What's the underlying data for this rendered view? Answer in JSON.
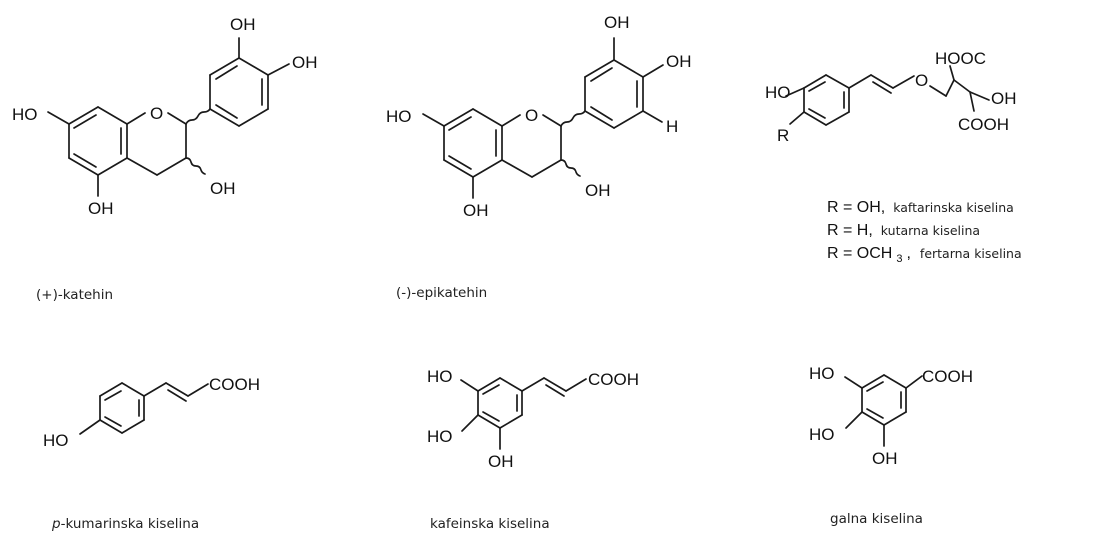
{
  "compounds": [
    {
      "caption": "(+)-katehin",
      "labels": {
        "oh_top": "OH",
        "oh_right": "OH",
        "ho_left": "HO",
        "ring_o": "O",
        "oh_c3": "OH",
        "oh_bottom": "OH"
      }
    },
    {
      "caption": "(-)-epikatehin",
      "labels": {
        "oh_top": "OH",
        "oh_right": "OH",
        "h": "H",
        "ho_left": "HO",
        "ring_o": "O",
        "oh_c3": "OH",
        "oh_bottom": "OH"
      }
    },
    {
      "labels": {
        "ho": "HO",
        "r": "R",
        "o": "O",
        "hooc": "HOOC",
        "oh": "OH",
        "cooh": "COOH"
      },
      "variants": [
        {
          "formula": "R = OH,",
          "name": "kaftarinska kiselina"
        },
        {
          "formula": "R = H,",
          "name": "kutarna kiselina"
        },
        {
          "formula_main": "R = OCH",
          "formula_sub": "3",
          "formula_tail": ",",
          "name": "fertarna kiselina"
        }
      ]
    },
    {
      "caption_italic": "p",
      "caption_rest": "-kumarinska kiselina",
      "labels": {
        "ho": "HO",
        "cooh": "COOH"
      }
    },
    {
      "caption": "kafeinska kiselina",
      "labels": {
        "ho_top": "HO",
        "ho_mid": "HO",
        "oh_bottom": "OH",
        "cooh": "COOH"
      }
    },
    {
      "caption": "galna kiselina",
      "labels": {
        "ho_top": "HO",
        "ho_mid": "HO",
        "oh_bottom": "OH",
        "cooh": "COOH"
      }
    }
  ]
}
